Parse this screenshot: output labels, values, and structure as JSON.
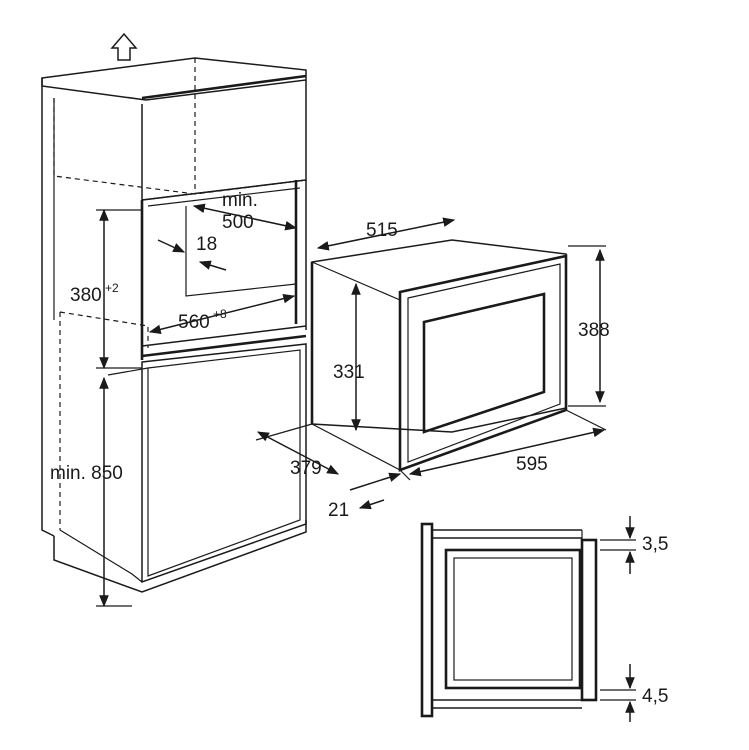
{
  "labels": {
    "min_top": "min.",
    "min_depth": "500",
    "gap_18": "18",
    "height_380": "380",
    "height_380_tol": "+2",
    "width_560": "560",
    "width_560_tol": "+8",
    "cabinet_min_850": "min. 850",
    "depth_515": "515",
    "height_331": "331",
    "height_388": "388",
    "depth_379": "379",
    "width_595": "595",
    "depth_21": "21",
    "gap_top": "3,5",
    "gap_bottom": "4,5"
  },
  "icons": {
    "airflow": "up-arrow-outline-icon"
  }
}
